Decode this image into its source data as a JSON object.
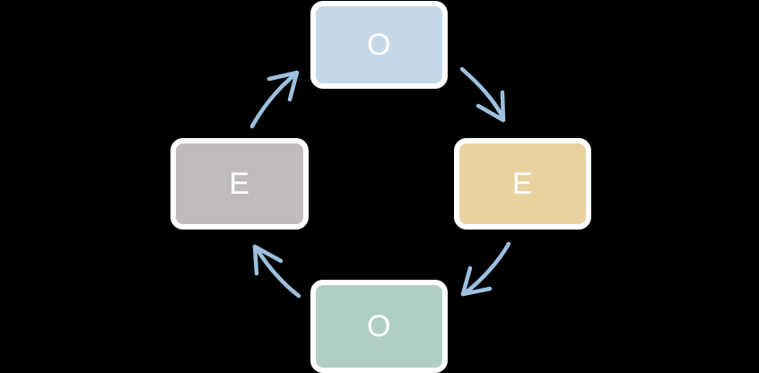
{
  "diagram": {
    "title": "Four-node cycle diagram",
    "background_color": "#000000",
    "arrow_color": "#9dc0de",
    "node_border_color": "#ffffff",
    "label_color": "#ffffff",
    "nodes": [
      {
        "id": "top",
        "label": "O",
        "fill": "#c5d8e8",
        "position": "top"
      },
      {
        "id": "right",
        "label": "E",
        "fill": "#e8d3a0",
        "position": "right"
      },
      {
        "id": "bottom",
        "label": "O",
        "fill": "#b0cec5",
        "position": "bottom"
      },
      {
        "id": "left",
        "label": "E",
        "fill": "#c0bcbc",
        "position": "left"
      }
    ],
    "arrows": [
      {
        "id": "top-to-right",
        "from": "top",
        "to": "right",
        "direction": "clockwise"
      },
      {
        "id": "right-to-bottom",
        "from": "right",
        "to": "bottom",
        "direction": "clockwise"
      },
      {
        "id": "bottom-to-left",
        "from": "bottom",
        "to": "left",
        "direction": "clockwise"
      },
      {
        "id": "left-to-top",
        "from": "left",
        "to": "top",
        "direction": "clockwise"
      }
    ]
  }
}
